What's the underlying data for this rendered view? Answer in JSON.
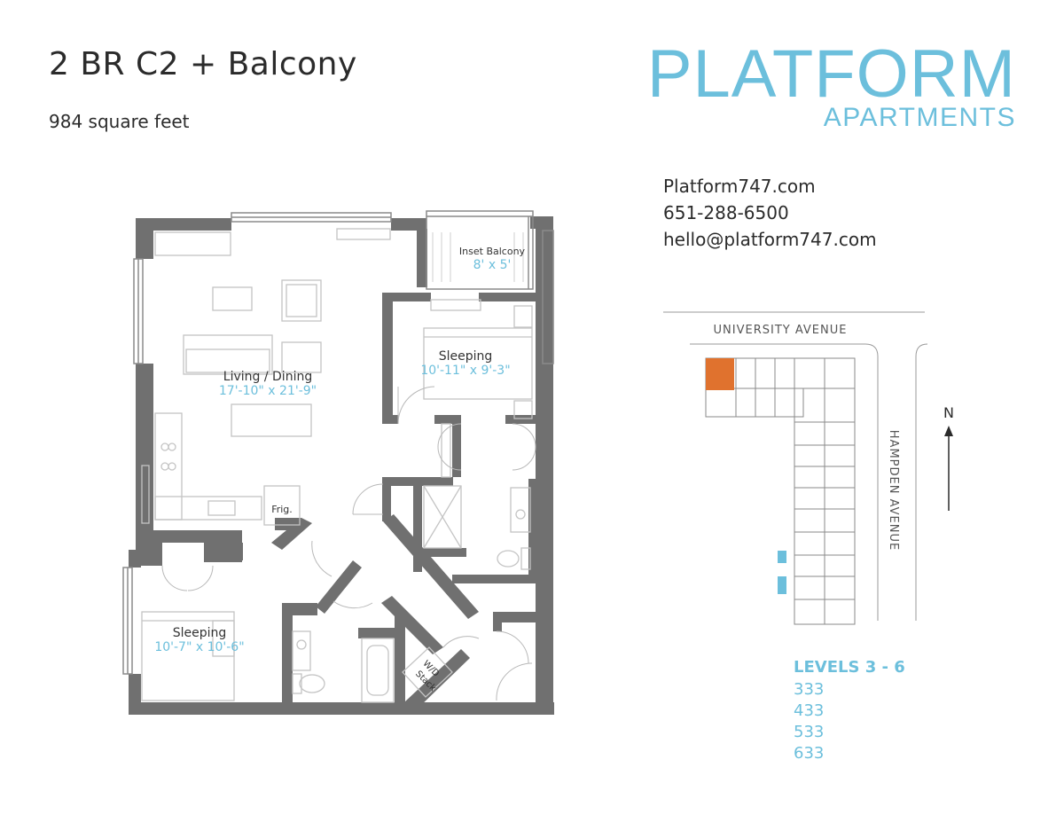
{
  "header": {
    "unit_title": "2 BR C2 + Balcony",
    "unit_area": "984 square feet"
  },
  "logo": {
    "main": "PLATFORM",
    "sub": "APARTMENTS"
  },
  "contact": {
    "website": "Platform747.com",
    "phone": "651-288-6500",
    "email": "hello@platform747.com"
  },
  "floorplan": {
    "rooms": [
      {
        "name": "Living / Dining",
        "dims": "17'-10\" x 21'-9\""
      },
      {
        "name": "Sleeping",
        "dims": "10'-11\" x 9'-3\""
      },
      {
        "name": "Inset Balcony",
        "dims": "8' x 5'"
      },
      {
        "name": "Sleeping",
        "dims": "10'-7\" x 10'-6\""
      }
    ],
    "fridge_label": "Frig.",
    "wd_label_1": "W/D",
    "wd_label_2": "Stack"
  },
  "site_map": {
    "street_top": "UNIVERSITY AVENUE",
    "street_side": "HAMPDEN AVENUE",
    "north_label": "N"
  },
  "levels": {
    "title": "LEVELS 3 - 6",
    "units": [
      "333",
      "433",
      "533",
      "633"
    ]
  },
  "colors": {
    "accent_blue": "#6cbfdc",
    "wall_gray": "#707070",
    "highlight_orange": "#e0722e"
  }
}
